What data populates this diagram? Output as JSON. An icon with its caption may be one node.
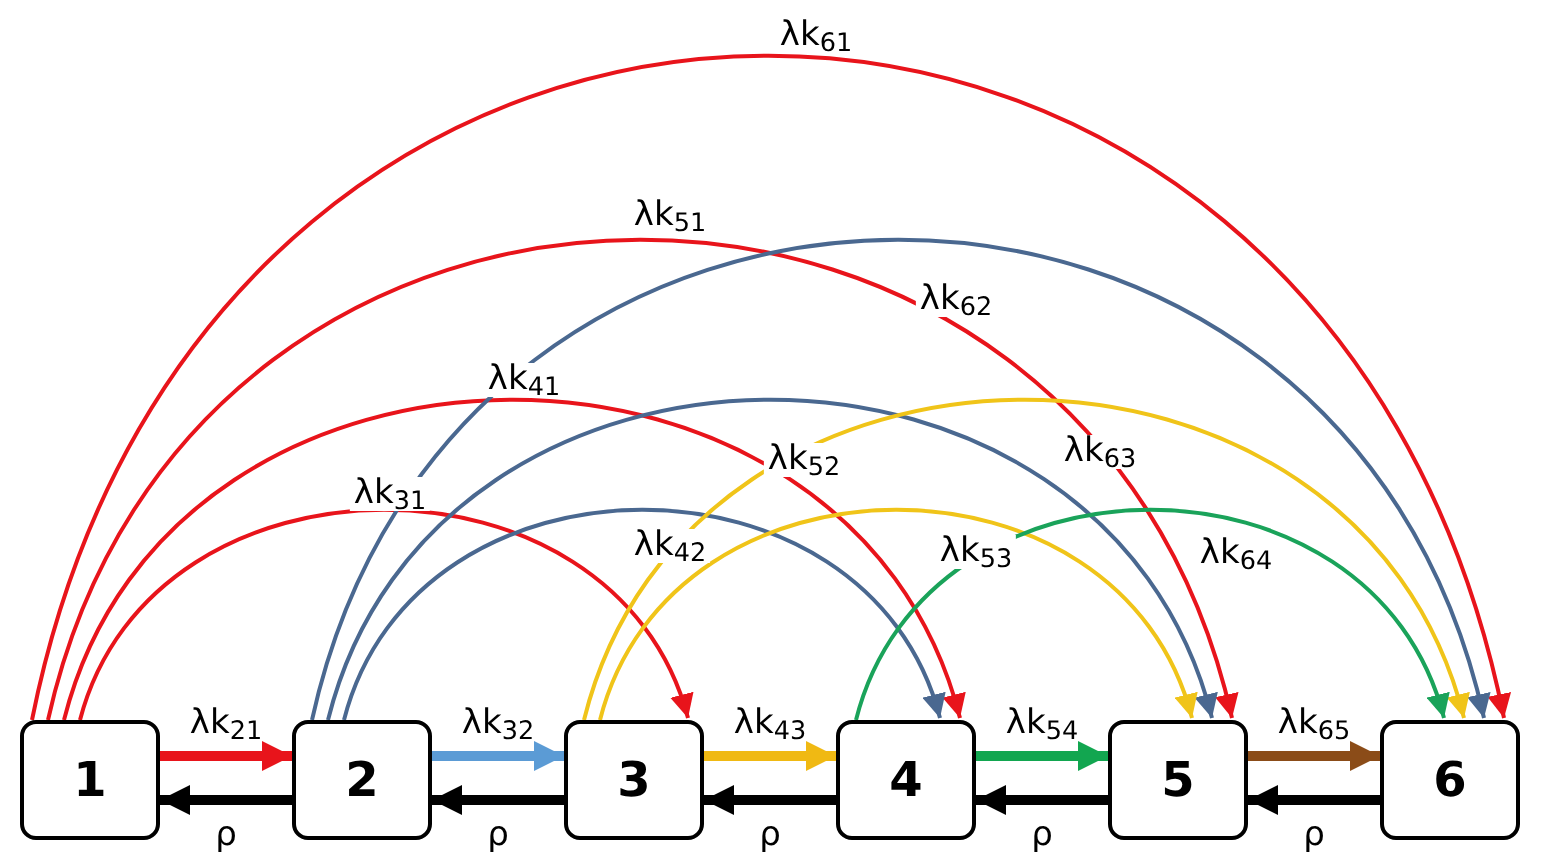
{
  "diagram": {
    "nodes": [
      {
        "text": [
          "1"
        ]
      },
      {
        "text": [
          "2"
        ]
      },
      {
        "text": [
          "3"
        ]
      },
      {
        "text": [
          "4"
        ]
      },
      {
        "text": [
          "5"
        ]
      },
      {
        "text": [
          "6"
        ]
      }
    ],
    "edges": [
      {
        "from": 0,
        "to": 1,
        "arrow": "to",
        "label": "λk$_{21}$",
        "style": "thick",
        "color": "#e8141b"
      },
      {
        "from": 1,
        "to": 2,
        "arrow": "to",
        "label": "λk$_{32}$",
        "style": "thick",
        "color": "#5b9bd5"
      },
      {
        "from": 2,
        "to": 3,
        "arrow": "to",
        "label": "λk$_{43}$",
        "style": "thick",
        "color": "#f0b913"
      },
      {
        "from": 3,
        "to": 4,
        "arrow": "to",
        "label": "λk$_{54}$",
        "style": "thick",
        "color": "#12a650"
      },
      {
        "from": 4,
        "to": 5,
        "arrow": "to",
        "label": "λk$_{65}$",
        "style": "thick",
        "color": "#8b4c18"
      },
      {
        "from": 1,
        "to": 0,
        "arrow": "to",
        "label": "ρ",
        "style": "thick",
        "color": "#000000"
      },
      {
        "from": 2,
        "to": 1,
        "arrow": "to",
        "label": "ρ",
        "style": "thick",
        "color": "#000000"
      },
      {
        "from": 3,
        "to": 2,
        "arrow": "to",
        "label": "ρ",
        "style": "thick",
        "color": "#000000"
      },
      {
        "from": 4,
        "to": 3,
        "arrow": "to",
        "label": "ρ",
        "style": "thick",
        "color": "#000000"
      },
      {
        "from": 5,
        "to": 4,
        "arrow": "to",
        "label": "ρ",
        "style": "thick",
        "color": "#000000"
      },
      {
        "from": 0,
        "to": 2,
        "arrow": "to",
        "label": "λk$_{31}$",
        "color": "#e8141b"
      },
      {
        "from": 0,
        "to": 3,
        "arrow": "to",
        "label": "λk$_{41}$",
        "color": "#e8141b"
      },
      {
        "from": 0,
        "to": 4,
        "arrow": "to",
        "label": "λk$_{51}$",
        "color": "#e8141b"
      },
      {
        "from": 0,
        "to": 5,
        "arrow": "to",
        "label": "λk$_{61}$",
        "color": "#e8141b"
      },
      {
        "from": 1,
        "to": 3,
        "arrow": "to",
        "label": "λk$_{42}$",
        "color": "#4a6890"
      },
      {
        "from": 1,
        "to": 4,
        "arrow": "to",
        "label": "λk$_{52}$",
        "color": "#4a6890"
      },
      {
        "from": 1,
        "to": 5,
        "arrow": "to",
        "label": "λk$_{62}$",
        "color": "#4a6890"
      },
      {
        "from": 2,
        "to": 4,
        "arrow": "to",
        "label": "λk$_{53}$",
        "color": "#f0c419"
      },
      {
        "from": 2,
        "to": 5,
        "arrow": "to",
        "label": "λk$_{63}$",
        "color": "#f0c419"
      },
      {
        "from": 3,
        "to": 5,
        "arrow": "to",
        "label": "λk$_{64}$",
        "color": "#1aa35a"
      }
    ]
  }
}
